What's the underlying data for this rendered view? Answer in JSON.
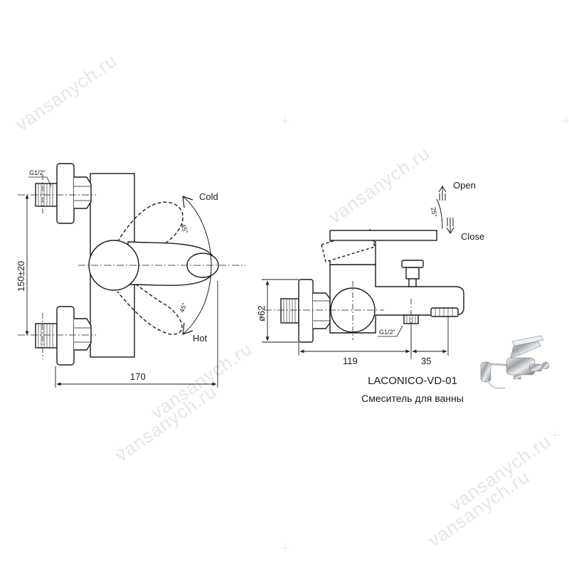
{
  "watermark": "vansanych.ru",
  "front_view": {
    "thread_label": "G1/2\"",
    "height_dim": "150±20",
    "width_dim": "170",
    "cold_label": "Cold",
    "hot_label": "Hot",
    "angle_cold": "45°",
    "angle_hot": "45°"
  },
  "side_view": {
    "diameter_dim": "ø62",
    "depth_dim": "119",
    "spout_dim": "35",
    "thread_label": "G1/2\"",
    "open_label": "Open",
    "close_label": "Close",
    "angle": "25°"
  },
  "product": {
    "model": "LACONICO-VD-01",
    "description": "Смеситель для ванны"
  }
}
